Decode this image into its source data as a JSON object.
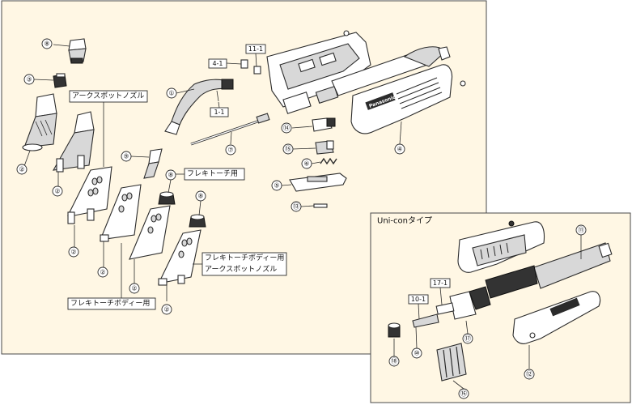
{
  "part_numbers": [
    "①",
    "②",
    "③",
    "④",
    "⑤",
    "⑥",
    "⑦",
    "⑧",
    "⑨",
    "⑩",
    "⑪",
    "⑫",
    "⑬",
    "⑭",
    "⑮",
    "⑯",
    "⑰",
    "⑱"
  ],
  "sub_numbers": {
    "n4_1": "4-1",
    "n11_1": "11-1",
    "n1_1": "1-1",
    "n10_1": "10-1",
    "n17_1": "17-1"
  },
  "labels": {
    "arc_spot_nozzle": "アークスポットノズル",
    "flex_torch": "フレキトーチ用",
    "flex_body_line1": "フレキトーチボディー用",
    "flex_body_line2": "アークスポットノズル",
    "flex_body": "フレキトーチボディー用"
  },
  "inset": {
    "title": "Uni-conタイプ"
  },
  "brand": "Panasonic"
}
